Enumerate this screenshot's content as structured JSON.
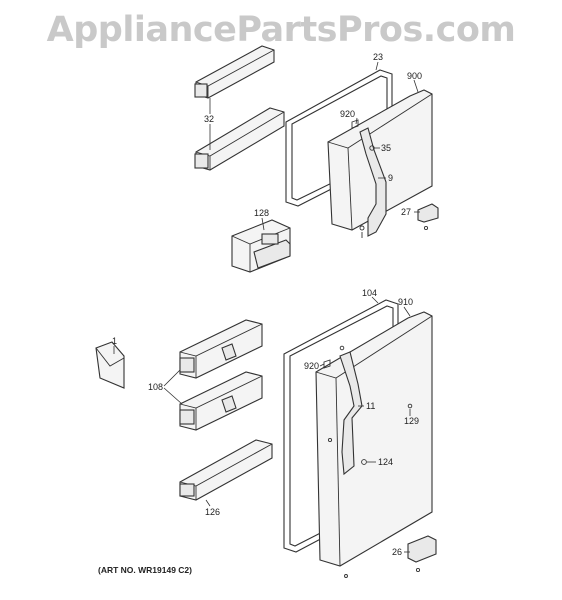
{
  "watermark": "AppliancePartsPros.com",
  "art_number": "(ART NO. WR19149 C2)",
  "labels": {
    "p23": "23",
    "p900": "900",
    "p920a": "920",
    "p35": "35",
    "p9": "9",
    "p32": "32",
    "p27": "27",
    "p128": "128",
    "p104": "104",
    "p910": "910",
    "p1": "1",
    "p920b": "920",
    "p108": "108",
    "p11": "11",
    "p129": "129",
    "p124": "124",
    "p126": "126",
    "p26": "26"
  }
}
